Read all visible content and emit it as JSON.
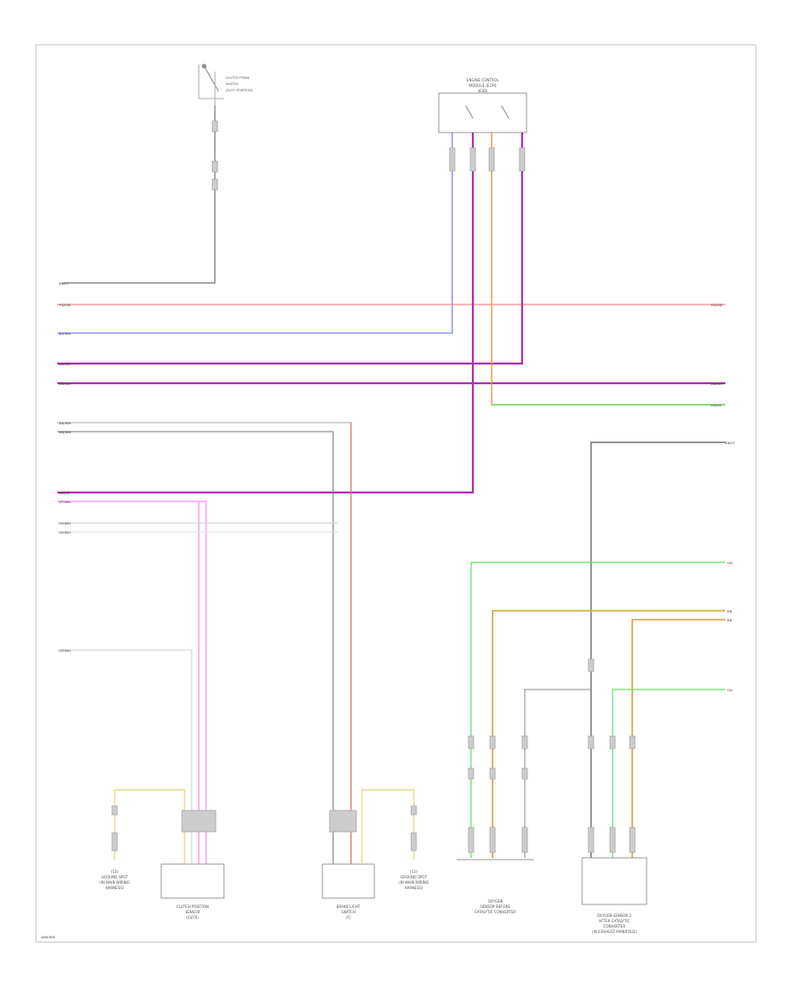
{
  "diagram": {
    "page_ref": "W9E9F8",
    "components": {
      "clutch_switch": [
        "CLUTCH PEDAL",
        "SWITCH",
        "(SLOT POSITION)"
      ],
      "engine_control_switch": [
        "ENGINE CONTROL",
        "MODULE (ECM)",
        "(E36)"
      ],
      "clutch_position_sensor": [
        "CLUTCH POSITION",
        "SENSOR",
        "(G476)"
      ],
      "brake_light_switch": [
        "BRAKE LIGHT",
        "SWITCH",
        "(F)"
      ],
      "ground_left": [
        "(13)",
        "GROUND SPOT",
        "(IN MAIN WIRING",
        "HARNESS)"
      ],
      "ground_right": [
        "(13)",
        "GROUND SPOT",
        "(IN MAIN WIRING",
        "HARNESS)"
      ],
      "oxygen_sensor_1": [
        "OXYGEN",
        "SENSOR BEFORE",
        "CATALYTIC CONVERTER"
      ],
      "oxygen_sensor_2": [
        "OXYGEN SENSOR 2",
        "AFTER CATALYTIC",
        "CONVERTER",
        "(IN EXHAUST MANIFOLD)"
      ]
    },
    "left_wires": [
      "BK/LT",
      "RD/GN",
      "BU/WH",
      "BU/WH",
      "BU/WH",
      "BN/WH",
      "BN/WH",
      "GN/YE",
      "VT/WH",
      "GY/WH",
      "GY/WH",
      "GY/WH"
    ],
    "right_wires": [
      "RD/GN",
      "BU/WH",
      "GN/YE",
      "BK/LT",
      "GN",
      "BN",
      "BN",
      "GN"
    ],
    "colors": {
      "red": "#ff8888",
      "blue": "#8080ff",
      "violet": "#b030b0",
      "black": "#555555",
      "green": "#66dd66",
      "orange": "#d8a040",
      "pink": "#ff88ff",
      "grey": "#c8c8c8",
      "yellow": "#e8d890"
    }
  }
}
